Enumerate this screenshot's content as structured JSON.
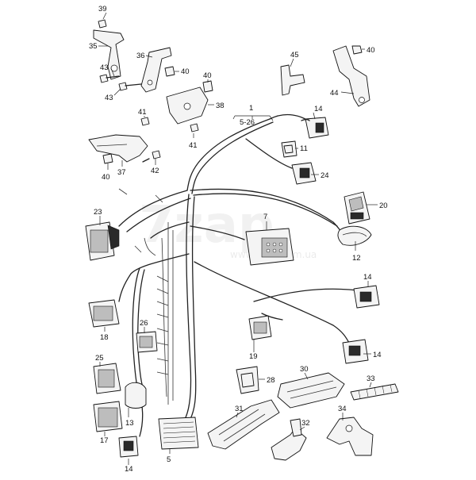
{
  "diagram": {
    "watermark": "7zap",
    "watermark_sub": "www.7zap.com.ua",
    "callouts": {
      "c1": "1",
      "c1_sub": "5-26",
      "c5": "5",
      "c7": "7",
      "c11": "11",
      "c12": "12",
      "c13": "13",
      "c14a": "14",
      "c14b": "14",
      "c14c": "14",
      "c14d": "14",
      "c17": "17",
      "c18": "18",
      "c19": "19",
      "c20": "20",
      "c23": "23",
      "c24": "24",
      "c25": "25",
      "c26": "26",
      "c28": "28",
      "c30": "30",
      "c31": "31",
      "c32": "32",
      "c33": "33",
      "c34": "34",
      "c35": "35",
      "c36": "36",
      "c37": "37",
      "c38": "38",
      "c39": "39",
      "c40a": "40",
      "c40b": "40",
      "c40c": "40",
      "c40d": "40",
      "c41a": "41",
      "c41b": "41",
      "c42": "42",
      "c43a": "43",
      "c43b": "43",
      "c44": "44",
      "c45": "45"
    }
  }
}
